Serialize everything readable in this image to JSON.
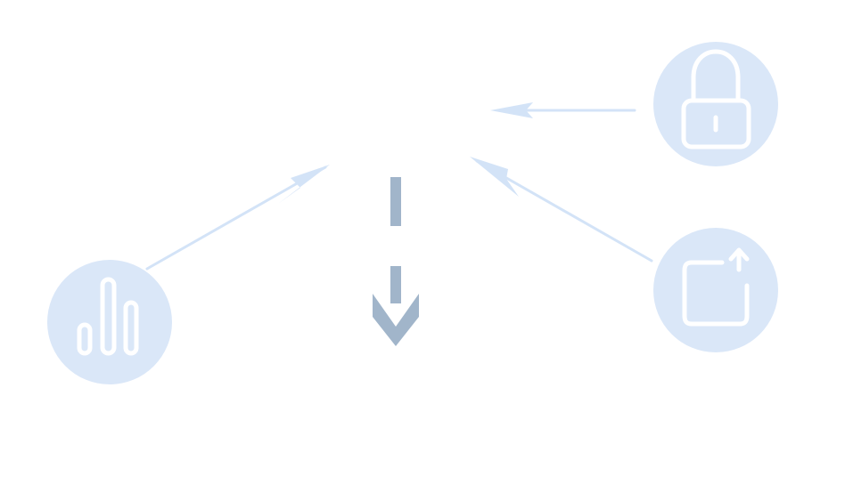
{
  "colors": {
    "circle_fill": "#dae7f8",
    "icon_stroke": "#ffffff",
    "connector_arrow": "#d3e3f7",
    "center_arrow": "#a1b5ca",
    "background": "#ffffff"
  },
  "nodes": [
    {
      "id": "analytics",
      "icon": "bar-chart-icon"
    },
    {
      "id": "security",
      "icon": "lock-icon"
    },
    {
      "id": "share",
      "icon": "share-export-icon"
    }
  ],
  "connectors": [
    {
      "from": "analytics",
      "direction": "up-right"
    },
    {
      "from": "security",
      "direction": "left"
    },
    {
      "from": "share",
      "direction": "up-left"
    }
  ],
  "center_arrow": {
    "style": "dashed",
    "direction": "down"
  }
}
